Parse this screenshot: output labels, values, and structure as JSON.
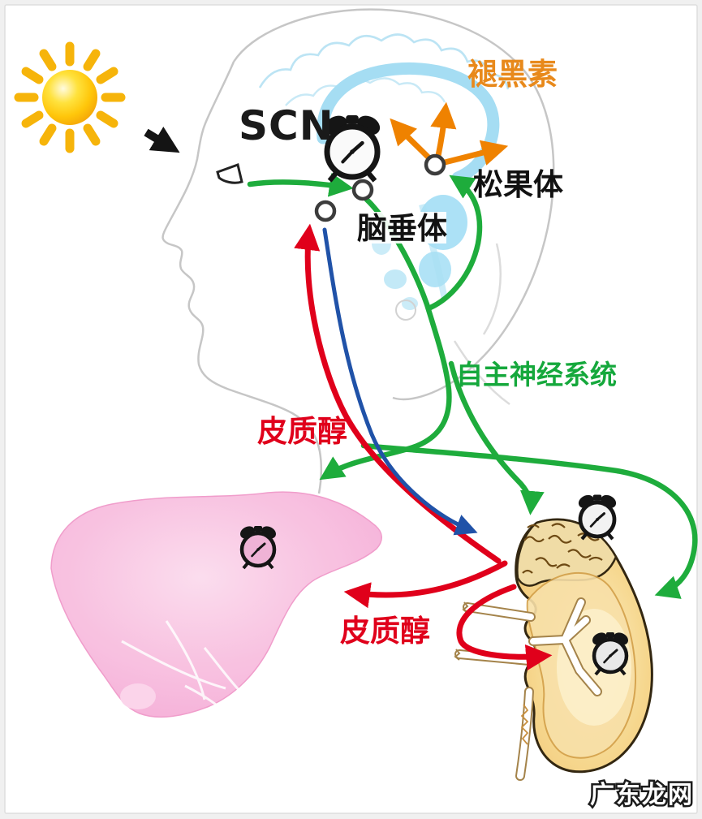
{
  "figure": {
    "type": "circadian-clock-pathway-diagram",
    "labels": {
      "scn": {
        "text": "SCN",
        "color": "#1a1a1a"
      },
      "melatonin": {
        "text": "褪黑素",
        "color": "#E8891B"
      },
      "pineal": {
        "text": "松果体",
        "color": "#111111"
      },
      "pituitary": {
        "text": "脑垂体",
        "color": "#111111"
      },
      "autonomic": {
        "text": "自主神经系统",
        "color": "#15A83C"
      },
      "cortisol_upper": {
        "text": "皮质醇",
        "color": "#E0001B"
      },
      "cortisol_lower": {
        "text": "皮质醇",
        "color": "#E0001B"
      }
    },
    "watermark": {
      "text": "广东龙网",
      "color": "#FFFFFF"
    },
    "pathway_colors": [
      {
        "name": "light-input-arrow",
        "color": "#141414"
      },
      {
        "name": "retina-and-autonomic-pathways",
        "color": "#1EAC3C"
      },
      {
        "name": "melatonin-release-arrows",
        "color": "#EF8200"
      },
      {
        "name": "cortisol-arrows",
        "color": "#E0001B"
      },
      {
        "name": "pituitary-to-adrenal-arrow",
        "color": "#2052A8"
      }
    ],
    "icons": [
      "sun-icon",
      "alarm-clock-icon",
      "head-profile",
      "brain-illustration",
      "liver-illustration",
      "kidney-adrenal-illustration",
      "eye-icon"
    ]
  }
}
